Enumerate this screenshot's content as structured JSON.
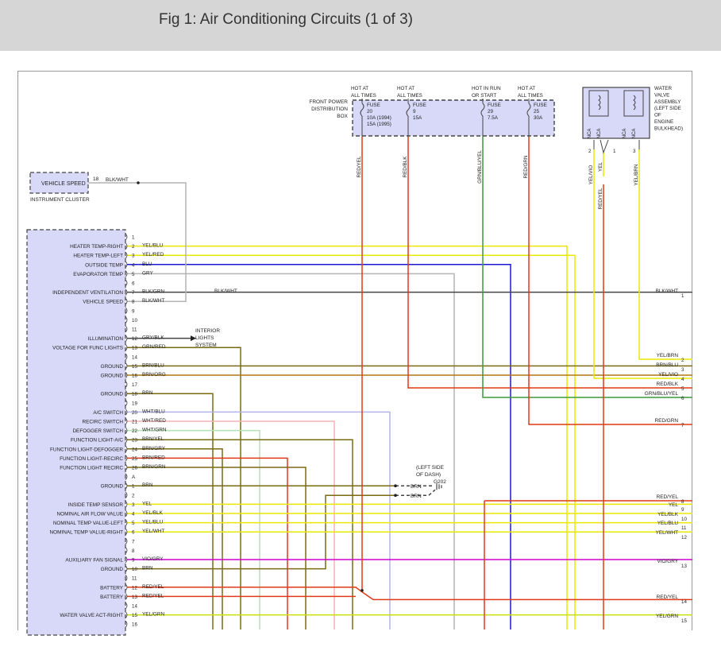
{
  "header": {
    "title": "Fig 1: Air Conditioning Circuits (1 of 3)"
  },
  "power_box": {
    "label": [
      "FRONT POWER",
      "DISTRIBUTION",
      "BOX"
    ],
    "feeds": [
      {
        "hot": [
          "HOT AT",
          "ALL TIMES"
        ],
        "fuse": [
          "FUSE",
          "20",
          "10A  (1994)",
          "15A  (1995)"
        ],
        "wire": "RED/YEL"
      },
      {
        "hot": [
          "HOT AT",
          "ALL TIMES"
        ],
        "fuse": [
          "FUSE",
          "9",
          "15A"
        ],
        "wire": "RED/BLK"
      },
      {
        "hot": [
          "HOT IN RUN",
          "OR START"
        ],
        "fuse": [
          "FUSE",
          "29",
          "7.5A"
        ],
        "wire": "GRN/BLU/YEL"
      },
      {
        "hot": [
          "HOT AT",
          "ALL TIMES"
        ],
        "fuse": [
          "FUSE",
          "25",
          "30A"
        ],
        "wire": "RED/GRN"
      }
    ]
  },
  "water_valve": {
    "label": [
      "WATER",
      "VALVE",
      "ASSEMBLY",
      "(LEFT SIDE",
      "OF",
      "ENGINE",
      "BULKHEAD)"
    ],
    "nca": [
      "NCA",
      "NCA",
      "NCA",
      "NCA"
    ],
    "pins": [
      "2",
      "1",
      "3"
    ],
    "wires": [
      "YEL/VIO",
      "YEL",
      "YEL/BRN",
      "RED/YEL"
    ]
  },
  "instrument_cluster": {
    "box_label": "VEHICLE SPEED",
    "pin": "18",
    "name": "INSTRUMENT CLUSTER",
    "wire": "BLK/WHT"
  },
  "interior_lights": [
    "INTERIOR",
    "LIGHTS",
    "SYSTEM"
  ],
  "ground_note": [
    "(LEFT SIDE",
    "OF DASH)"
  ],
  "ground_id": "G202",
  "ground_wires": [
    "BRN",
    "BRN"
  ],
  "mid_wire": "BLK/WHT",
  "module_pins": [
    {
      "n": "1",
      "fn": "",
      "wire": ""
    },
    {
      "n": "2",
      "fn": "HEATER TEMP-RIGHT",
      "wire": "YEL/BLU"
    },
    {
      "n": "3",
      "fn": "HEATER TEMP-LEFT",
      "wire": "YEL/RED"
    },
    {
      "n": "4",
      "fn": "OUTSIDE TEMP",
      "wire": "BLU"
    },
    {
      "n": "5",
      "fn": "EVAPORATOR TEMP",
      "wire": "GRY"
    },
    {
      "n": "6",
      "fn": "",
      "wire": ""
    },
    {
      "n": "7",
      "fn": "INDEPENDENT VENTILATION",
      "wire": "BLK/GRN"
    },
    {
      "n": "8",
      "fn": "VEHICLE SPEED",
      "wire": "BLK/WHT"
    },
    {
      "n": "9",
      "fn": "",
      "wire": ""
    },
    {
      "n": "10",
      "fn": "",
      "wire": ""
    },
    {
      "n": "11",
      "fn": "",
      "wire": ""
    },
    {
      "n": "12",
      "fn": "ILLUMINATION",
      "wire": "GRY/BLK"
    },
    {
      "n": "13",
      "fn": "VOLTAGE FOR FUNC LIGHTS",
      "wire": "GRN/RED"
    },
    {
      "n": "14",
      "fn": "",
      "wire": ""
    },
    {
      "n": "15",
      "fn": "GROUND",
      "wire": "BRN/BLU"
    },
    {
      "n": "16",
      "fn": "GROUND",
      "wire": "BRN/ORG"
    },
    {
      "n": "17",
      "fn": "",
      "wire": ""
    },
    {
      "n": "18",
      "fn": "GROUND",
      "wire": "BRN"
    },
    {
      "n": "19",
      "fn": "",
      "wire": ""
    },
    {
      "n": "20",
      "fn": "A/C SWITCH",
      "wire": "WHT/BLU"
    },
    {
      "n": "21",
      "fn": "RECIRC SWITCH",
      "wire": "WHT/RED"
    },
    {
      "n": "22",
      "fn": "DEFOGGER SWITCH",
      "wire": "WHT/GRN"
    },
    {
      "n": "23",
      "fn": "FUNCTION LIGHT-A/C",
      "wire": "BRN/YEL"
    },
    {
      "n": "24",
      "fn": "FUNCTION LIGHT-DEFOGGER",
      "wire": "BRN/GRY"
    },
    {
      "n": "25",
      "fn": "FUNCTION LIGHT-RECIRC",
      "wire": "BRN/RED"
    },
    {
      "n": "26",
      "fn": "FUNCTION LIGHT RECIRC",
      "wire": "BRN/GRN"
    },
    {
      "n": "A",
      "fn": "",
      "wire": ""
    },
    {
      "n": "1",
      "fn": "GROUND",
      "wire": "BRN"
    },
    {
      "n": "2",
      "fn": "",
      "wire": ""
    },
    {
      "n": "3",
      "fn": "INSIDE TEMP SENSOR",
      "wire": "YEL"
    },
    {
      "n": "4",
      "fn": "NOMINAL AIR FLOW VALUE",
      "wire": "YEL/BLK"
    },
    {
      "n": "5",
      "fn": "NOMINAL TEMP VALUE-LEFT",
      "wire": "YEL/BLU"
    },
    {
      "n": "6",
      "fn": "NOMINAL TEMP VALUE-RIGHT",
      "wire": "YEL/WHT"
    },
    {
      "n": "7",
      "fn": "",
      "wire": ""
    },
    {
      "n": "8",
      "fn": "",
      "wire": ""
    },
    {
      "n": "9",
      "fn": "AUXILIARY FAN SIGNAL",
      "wire": "VIO/GRY"
    },
    {
      "n": "10",
      "fn": "GROUND",
      "wire": "BRN"
    },
    {
      "n": "11",
      "fn": "",
      "wire": ""
    },
    {
      "n": "12",
      "fn": "BATTERY",
      "wire": "RED/YEL"
    },
    {
      "n": "13",
      "fn": "BATTERY",
      "wire": "RED/YEL"
    },
    {
      "n": "14",
      "fn": "",
      "wire": ""
    },
    {
      "n": "15",
      "fn": "WATER VALVE ACT-RIGHT",
      "wire": "YEL/GRN"
    },
    {
      "n": "16",
      "fn": "",
      "wire": ""
    }
  ],
  "right_connections": [
    {
      "n": "1",
      "wire": "BLK/WHT"
    },
    {
      "n": "2",
      "wire": "YEL/BRN"
    },
    {
      "n": "3",
      "wire": "BRN/BLU"
    },
    {
      "n": "4",
      "wire": "YEL/VIO"
    },
    {
      "n": "5",
      "wire": "RED/BLK"
    },
    {
      "n": "6",
      "wire": "GRN/BLU/YEL"
    },
    {
      "n": "7",
      "wire": "RED/GRN"
    },
    {
      "n": "8",
      "wire": "RED/YEL"
    },
    {
      "n": "9",
      "wire": "YEL"
    },
    {
      "n": "10",
      "wire": "YEL/BLK"
    },
    {
      "n": "11",
      "wire": "YEL/BLU"
    },
    {
      "n": "12",
      "wire": "YEL/WHT"
    },
    {
      "n": "13",
      "wire": "VIO/GRY"
    },
    {
      "n": "14",
      "wire": "RED/YEL"
    },
    {
      "n": "15",
      "wire": "YEL/GRN"
    }
  ],
  "colors": {
    "box_fill": "#d8d8f8",
    "yellow": "#e8e800",
    "blue": "#1a1ad8",
    "gray": "#b4b4b4",
    "black": "#444444",
    "red": "#e03a14",
    "olive": "#7a6a10",
    "brown_orange": "#b07810",
    "green": "#3a9a3a",
    "lavender": "#b4b4e8",
    "pink": "#f0b4b4",
    "light_green": "#b4e0b4",
    "violet": "#d000d0",
    "yellow_green": "#c8e000"
  }
}
